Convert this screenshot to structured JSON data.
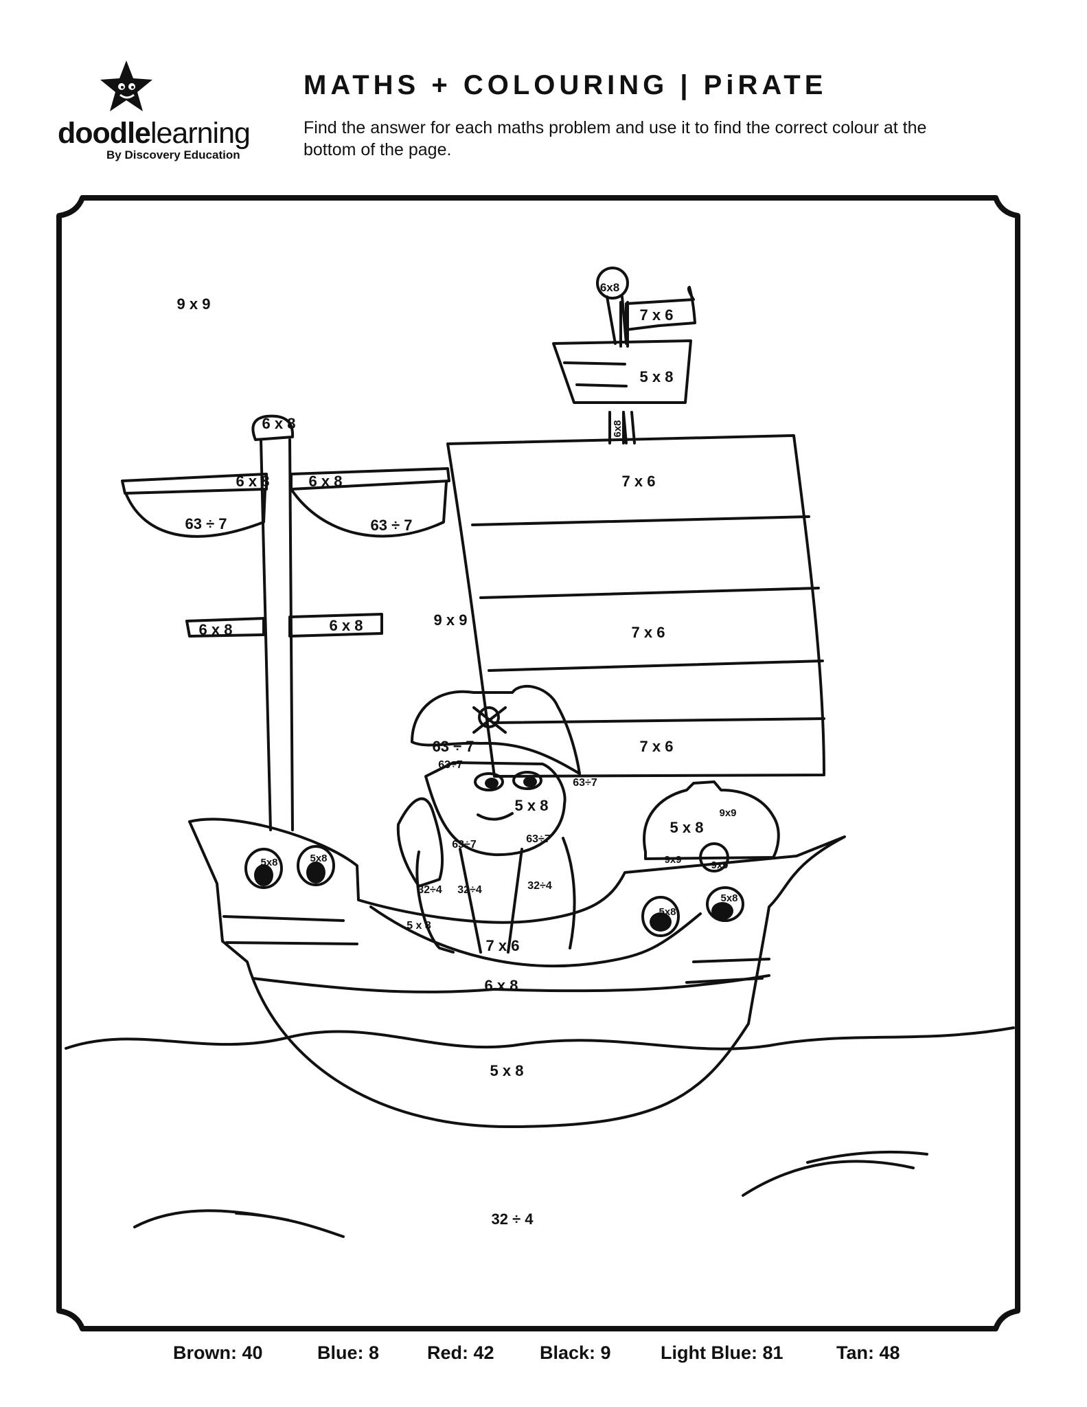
{
  "header": {
    "logo_word_bold": "doodle",
    "logo_word_light": "learning",
    "logo_byline": "By Discovery Education",
    "title": "MATHS + COLOURING  |  PiRATE",
    "instructions": "Find the answer for each maths problem and use it to find the correct colour at the bottom of the page."
  },
  "problems": {
    "sky": "9 x 9",
    "sky2": "9 x 9",
    "top_knob": "6x8",
    "flag": "7 x 6",
    "crows_nest": "5 x 8",
    "rear_mast_band": "6x8",
    "left_mast_top": "6 x 8",
    "left_yard_left": "6 x 8",
    "left_yard_right": "6 x 8",
    "left_sail_left": "63 ÷ 7",
    "left_sail_right": "63 ÷ 7",
    "lower_yard_left": "6 x 8",
    "lower_yard_right": "6 x 8",
    "main_sail_stripe1": "7 x 6",
    "main_sail_stripe3": "7 x 6",
    "main_sail_stripe5": "7 x 6",
    "hat": "63 ÷ 7",
    "hair": "63÷7",
    "hair_right": "63÷7",
    "face": "5 x 8",
    "neck": "63÷7",
    "ear": "63÷7",
    "coat_left": "32÷4",
    "coat_mid": "32÷4",
    "coat_right": "32÷4",
    "parrot_foot": "5 x 8",
    "shirt": "7 x 6",
    "wheel": "5 x 8",
    "wheel_a": "9x9",
    "wheel_b": "9x9",
    "wheel_c": "9x9",
    "porthole_1": "5x8",
    "porthole_2": "5x8",
    "porthole_3": "5x8",
    "porthole_4": "5x8",
    "hull_band": "6 x 8",
    "hull": "5 x 8",
    "sea": "32 ÷ 4"
  },
  "legend": [
    {
      "label": "Brown: 40",
      "color": "brown"
    },
    {
      "label": "Blue: 8",
      "color": "blue"
    },
    {
      "label": "Red: 42",
      "color": "red"
    },
    {
      "label": "Black: 9",
      "color": "black"
    },
    {
      "label": "Light Blue: 81",
      "color": "light blue"
    },
    {
      "label": "Tan: 48",
      "color": "tan"
    }
  ]
}
